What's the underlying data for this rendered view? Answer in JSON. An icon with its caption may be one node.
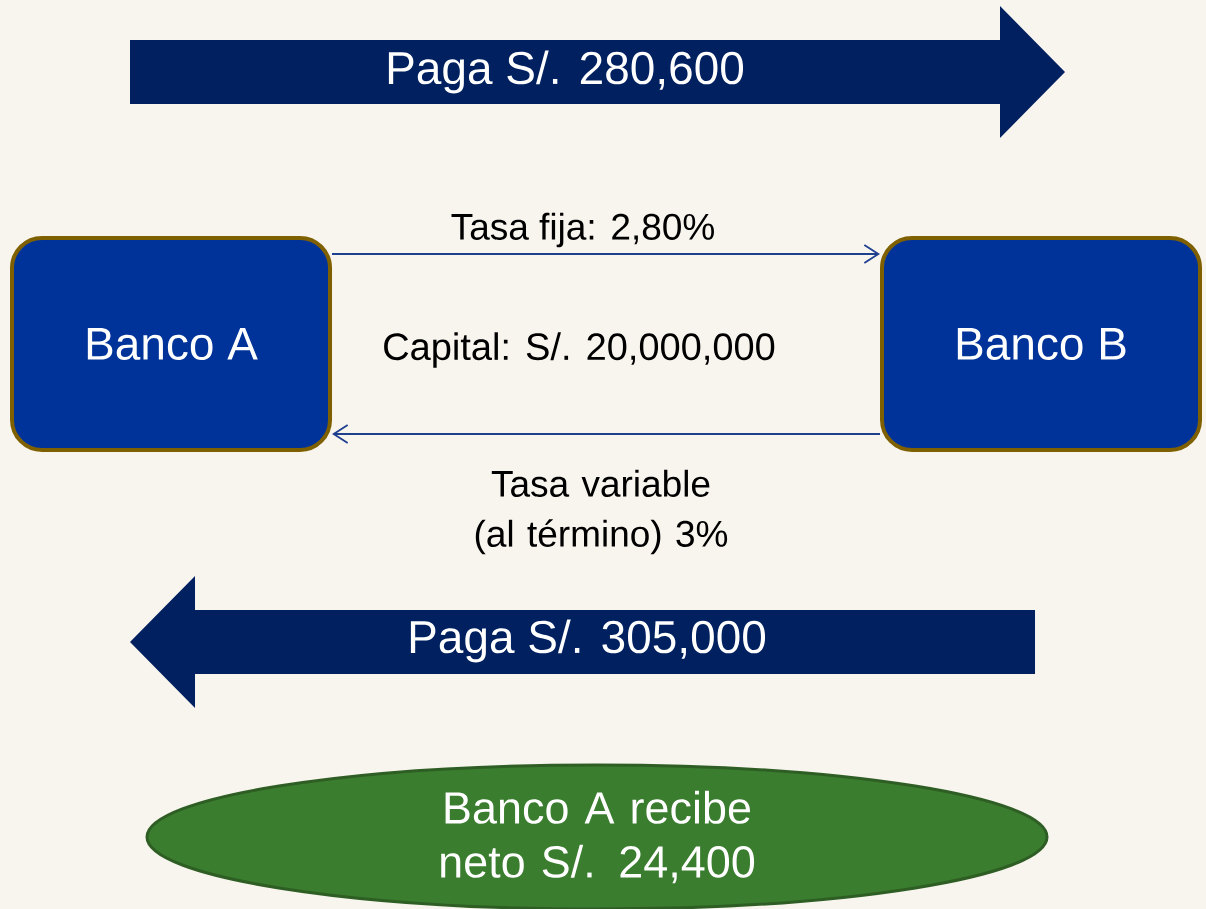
{
  "diagram": {
    "nodes": [
      {
        "text": [
          "Banco A"
        ]
      },
      {
        "text": [
          "Banco B"
        ]
      },
      {
        "text": [
          "Paga S/. 280,600"
        ]
      },
      {
        "text": [
          "Paga S/. 305,000"
        ]
      },
      {
        "text": [
          "Banco A recibe neto S/. 24,400"
        ]
      }
    ],
    "edges": [
      {
        "from": 0,
        "to": 1,
        "arrow": "to",
        "label": "Tasa fija: 2,80%"
      },
      {
        "from": 1,
        "to": 0,
        "arrow": "to",
        "label": "Tasa variable (al término) 3%"
      }
    ],
    "labels": [
      "Capital: S/. 20,000,000"
    ]
  }
}
